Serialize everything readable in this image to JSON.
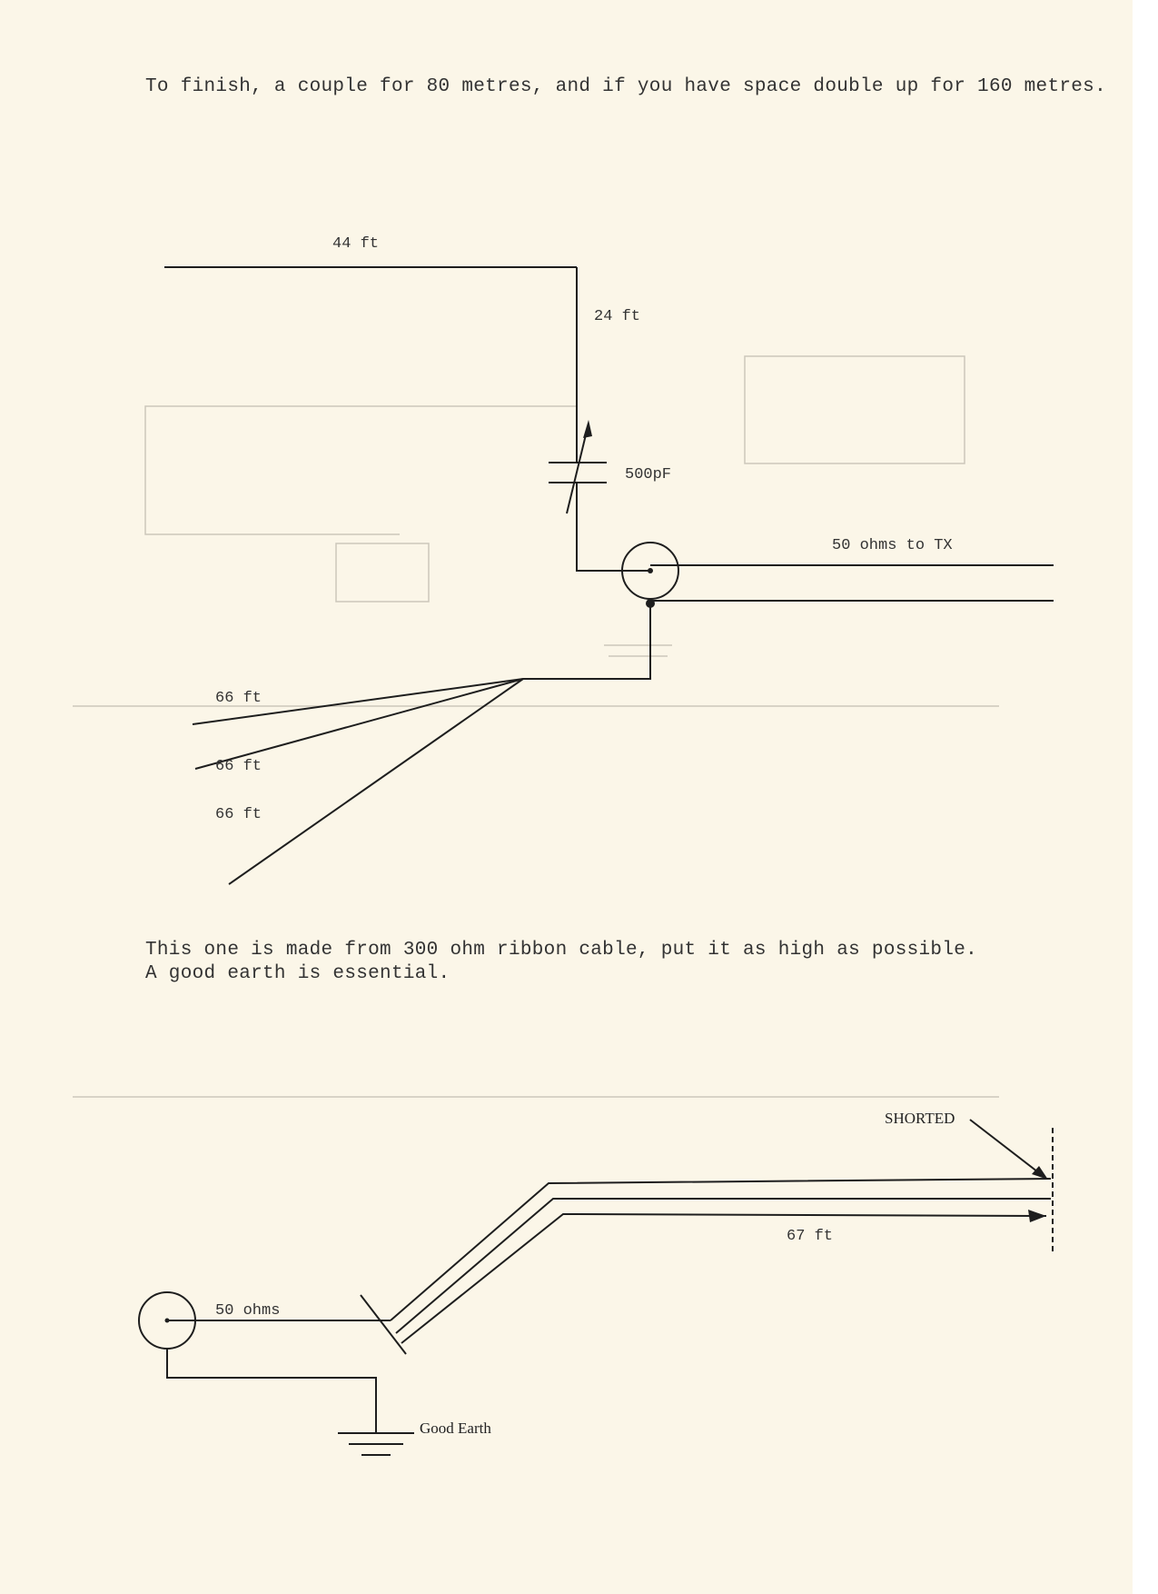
{
  "intro_text": "To finish, a couple for 80 metres, and if you have space double up for 160 metres.",
  "diagram1": {
    "top_wire_label": "44 ft",
    "vertical_wire_label": "24 ft",
    "capacitor_label": "500pF",
    "feed_label": "50 ohms to TX",
    "radial_labels": [
      "66 ft",
      "66 ft",
      "66 ft"
    ]
  },
  "description": {
    "line1": "This one is made from 300 ohm ribbon cable, put it as high as possible.",
    "line2": "A good earth is essential."
  },
  "diagram2": {
    "shorted_label": "SHORTED",
    "length_label": "67 ft",
    "feed_label": "50 ohms",
    "earth_label": "Good Earth"
  }
}
